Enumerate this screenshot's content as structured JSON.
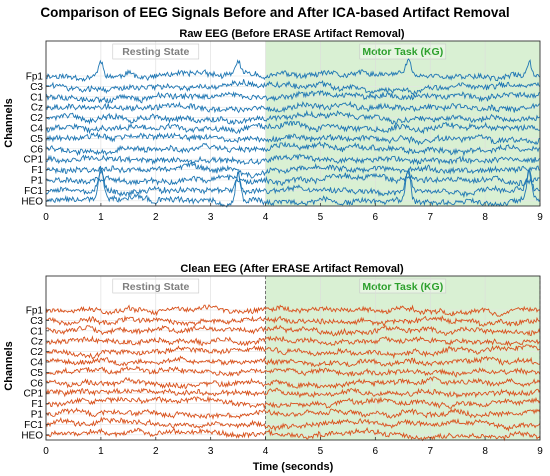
{
  "title": "Comparison of EEG Signals Before and After ICA-based Artifact Removal",
  "chart_data": [
    {
      "type": "line",
      "title": "Raw EEG (Before ERASE Artifact Removal)",
      "xlabel": "",
      "ylabel": "Channels",
      "xlim": [
        0,
        9
      ],
      "xticks": [
        0,
        1,
        2,
        3,
        4,
        5,
        6,
        7,
        8,
        9
      ],
      "channels": [
        "Fp1",
        "C3",
        "C1",
        "Cz",
        "C2",
        "C4",
        "C5",
        "C6",
        "CP1",
        "F1",
        "P1",
        "FC1",
        "HEO"
      ],
      "regions": [
        {
          "label": "Resting State",
          "x_start": 0,
          "x_end": 4,
          "color": "#ffffff",
          "label_color": "#7f7f7f"
        },
        {
          "label": "Motor Task (KG)",
          "x_start": 4,
          "x_end": 9,
          "color": "#d9f0d3",
          "label_color": "#2ca02c"
        }
      ],
      "boundary_line": false,
      "line_color": "#1f77b4",
      "noise_amplitude": 0.08,
      "artifact_channels": [
        "Fp1",
        "FC1",
        "HEO"
      ],
      "artifact_times": [
        1.0,
        3.5,
        6.6,
        8.8
      ],
      "grid": true
    },
    {
      "type": "line",
      "title": "Clean EEG (After ERASE Artifact Removal)",
      "xlabel": "Time (seconds)",
      "ylabel": "Channels",
      "xlim": [
        0,
        9
      ],
      "xticks": [
        0,
        1,
        2,
        3,
        4,
        5,
        6,
        7,
        8,
        9
      ],
      "channels": [
        "Fp1",
        "C3",
        "C1",
        "Cz",
        "C2",
        "C4",
        "C5",
        "C6",
        "CP1",
        "F1",
        "P1",
        "FC1",
        "HEO"
      ],
      "regions": [
        {
          "label": "Resting State",
          "x_start": 0,
          "x_end": 4,
          "color": "#ffffff",
          "label_color": "#7f7f7f"
        },
        {
          "label": "Motor Task (KG)",
          "x_start": 4,
          "x_end": 9,
          "color": "#d9f0d3",
          "label_color": "#2ca02c"
        }
      ],
      "boundary_line": true,
      "line_color": "#d9531e",
      "noise_amplitude": 0.07,
      "artifact_channels": [],
      "artifact_times": [],
      "grid": true
    }
  ]
}
